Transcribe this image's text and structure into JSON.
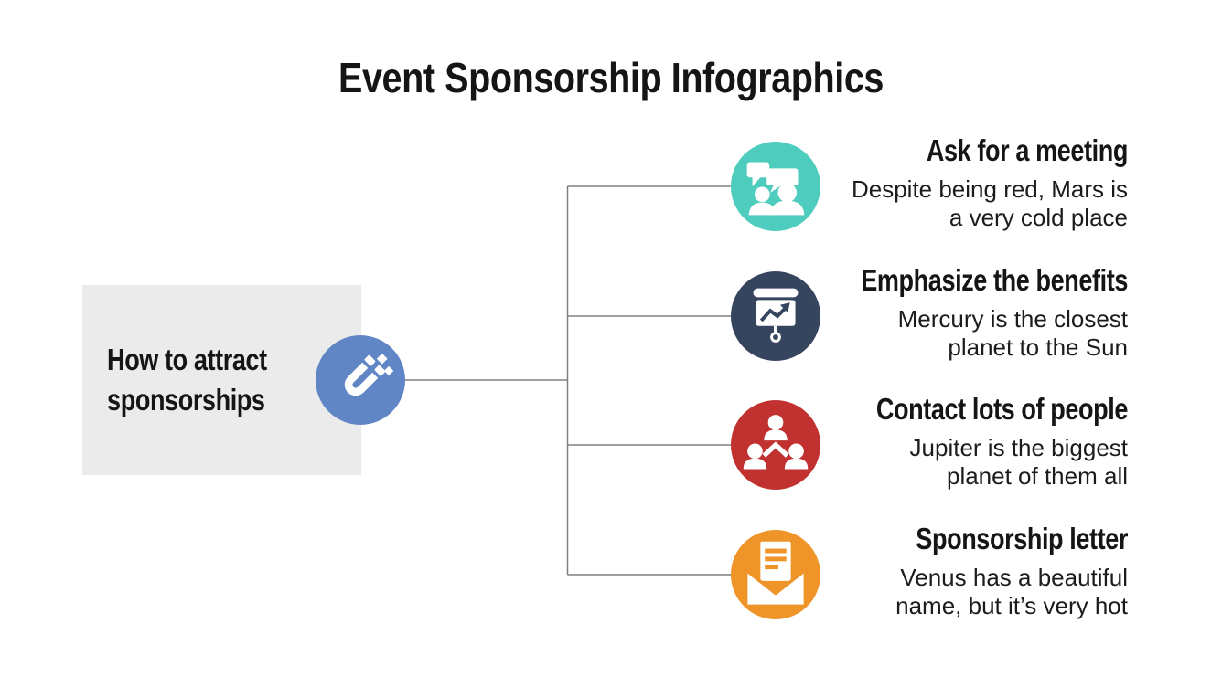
{
  "title": "Event Sponsorship Infographics",
  "colors": {
    "background": "#ffffff",
    "text": "#151515",
    "connector": "#808080",
    "root_box": "#ebebec",
    "root_circle": "#6186c5"
  },
  "root": {
    "label": "How to attract sponsorships",
    "icon": "magnet-icon"
  },
  "items": [
    {
      "heading": "Ask for a meeting",
      "body_lines": [
        "Despite being red, Mars is",
        "a very cold place"
      ],
      "icon": "meeting-discussion-icon",
      "color": "#4eccbd"
    },
    {
      "heading": "Emphasize the benefits",
      "body_lines": [
        "Mercury is the closest",
        "planet to the Sun"
      ],
      "icon": "presentation-chart-icon",
      "color": "#36455e"
    },
    {
      "heading": "Contact lots of people",
      "body_lines": [
        "Jupiter is the biggest",
        "planet of them all"
      ],
      "icon": "org-chart-people-icon",
      "color": "#c0312f"
    },
    {
      "heading": "Sponsorship letter",
      "body_lines": [
        "Venus has a beautiful",
        "name, but it’s very hot"
      ],
      "icon": "open-envelope-letter-icon",
      "color": "#ee9428"
    }
  ]
}
